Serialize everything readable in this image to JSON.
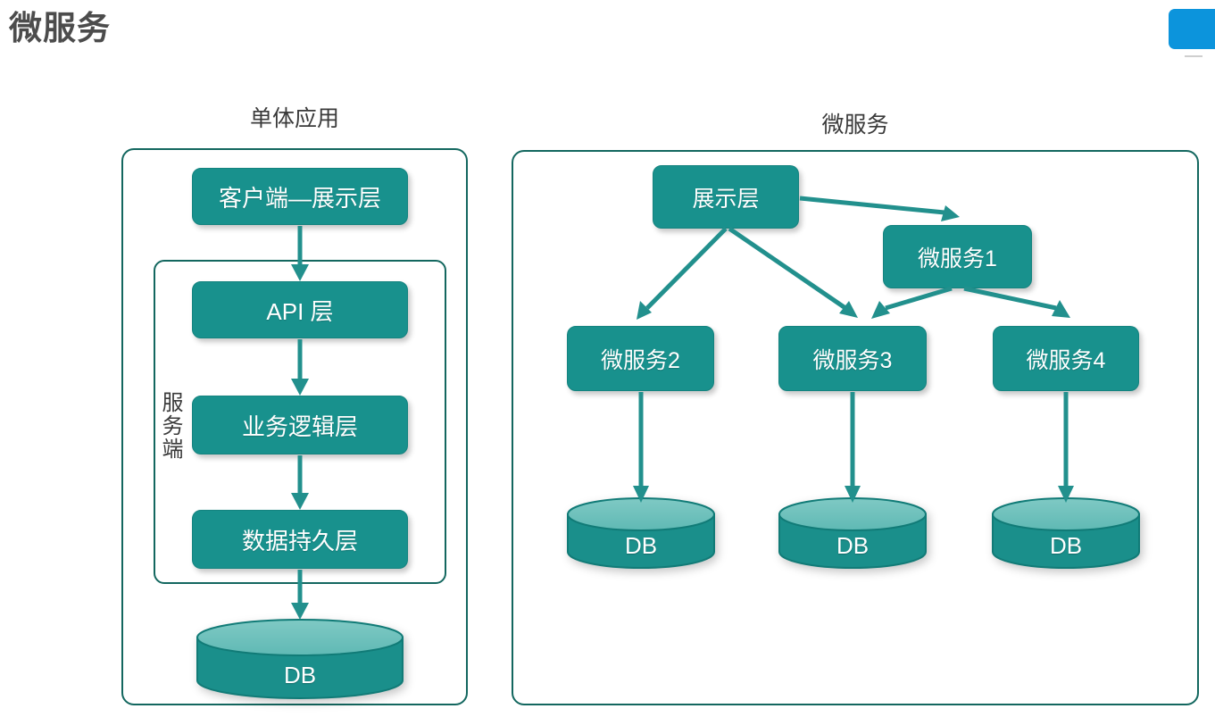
{
  "slide": {
    "title": "微服务",
    "title_color": "#4c4c4c",
    "accent_teal": "#18918d",
    "border_teal": "#13675f",
    "marker_blue": "#0c94dc"
  },
  "monolith_panel": {
    "caption": "单体应用",
    "server_label": "服务端",
    "nodes": [
      {
        "id": "client",
        "label": "客户端—展示层"
      },
      {
        "id": "api",
        "label": "API 层"
      },
      {
        "id": "business",
        "label": "业务逻辑层"
      },
      {
        "id": "persist",
        "label": "数据持久层"
      }
    ],
    "database": {
      "label": "DB"
    }
  },
  "microservices_panel": {
    "caption": "微服务",
    "nodes": [
      {
        "id": "present",
        "label": "展示层"
      },
      {
        "id": "ms1",
        "label": "微服务1"
      },
      {
        "id": "ms2",
        "label": "微服务2"
      },
      {
        "id": "ms3",
        "label": "微服务3"
      },
      {
        "id": "ms4",
        "label": "微服务4"
      }
    ],
    "databases": [
      {
        "id": "db-ms2",
        "label": "DB"
      },
      {
        "id": "db-ms3",
        "label": "DB"
      },
      {
        "id": "db-ms4",
        "label": "DB"
      }
    ]
  },
  "connections": {
    "monolith": [
      {
        "from": "客户端—展示层",
        "to": "API 层"
      },
      {
        "from": "API 层",
        "to": "业务逻辑层"
      },
      {
        "from": "业务逻辑层",
        "to": "数据持久层"
      },
      {
        "from": "数据持久层",
        "to": "DB"
      }
    ],
    "microservices": [
      {
        "from": "展示层",
        "to": "微服务1"
      },
      {
        "from": "展示层",
        "to": "微服务2"
      },
      {
        "from": "展示层",
        "to": "微服务3"
      },
      {
        "from": "微服务1",
        "to": "微服务3"
      },
      {
        "from": "微服务1",
        "to": "微服务4"
      },
      {
        "from": "微服务2",
        "to": "DB"
      },
      {
        "from": "微服务3",
        "to": "DB"
      },
      {
        "from": "微服务4",
        "to": "DB"
      }
    ]
  }
}
